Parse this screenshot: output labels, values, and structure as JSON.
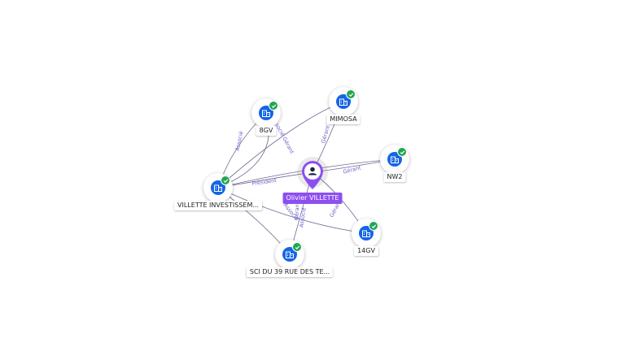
{
  "person": {
    "name": "Olivier VILLETTE",
    "icon": "person-icon",
    "color": "#8d4ff0"
  },
  "companies": [
    {
      "id": "8gv",
      "name": "8GV",
      "icon": "building-icon",
      "verified": true
    },
    {
      "id": "mimosa",
      "name": "MIMOSA",
      "icon": "building-icon",
      "verified": true
    },
    {
      "id": "nw2",
      "name": "NW2",
      "icon": "building-icon",
      "verified": true
    },
    {
      "id": "14gv",
      "name": "14GV",
      "icon": "building-icon",
      "verified": true
    },
    {
      "id": "sci39",
      "name": "SCI DU 39 RUE DES TE...",
      "icon": "building-icon",
      "verified": true
    },
    {
      "id": "villette",
      "name": "VILLETTE INVESTISSEM...",
      "icon": "building-icon",
      "verified": true
    }
  ],
  "relations": [
    {
      "from": "villette",
      "to": "8gv",
      "label": "Associé"
    },
    {
      "from": "villette",
      "to": "8gv",
      "label": "Associé Gérant"
    },
    {
      "from": "villette",
      "to": "mimosa",
      "label": ""
    },
    {
      "from": "person",
      "to": "mimosa",
      "label": "Gérant"
    },
    {
      "from": "person",
      "to": "nw2",
      "label": "Gérant"
    },
    {
      "from": "villette",
      "to": "nw2",
      "label": ""
    },
    {
      "from": "person",
      "to": "villette",
      "label": "Président"
    },
    {
      "from": "person",
      "to": "14gv",
      "label": "Gérant"
    },
    {
      "from": "villette",
      "to": "14gv",
      "label": "Associé"
    },
    {
      "from": "person",
      "to": "sci39",
      "label": "Gérant"
    },
    {
      "from": "villette",
      "to": "sci39",
      "label": "Associé"
    }
  ],
  "colors": {
    "company_node": "#1565e6",
    "verified_badge": "#22a653",
    "edge": "#6f6a92",
    "edge_label": "#6a63c9"
  }
}
